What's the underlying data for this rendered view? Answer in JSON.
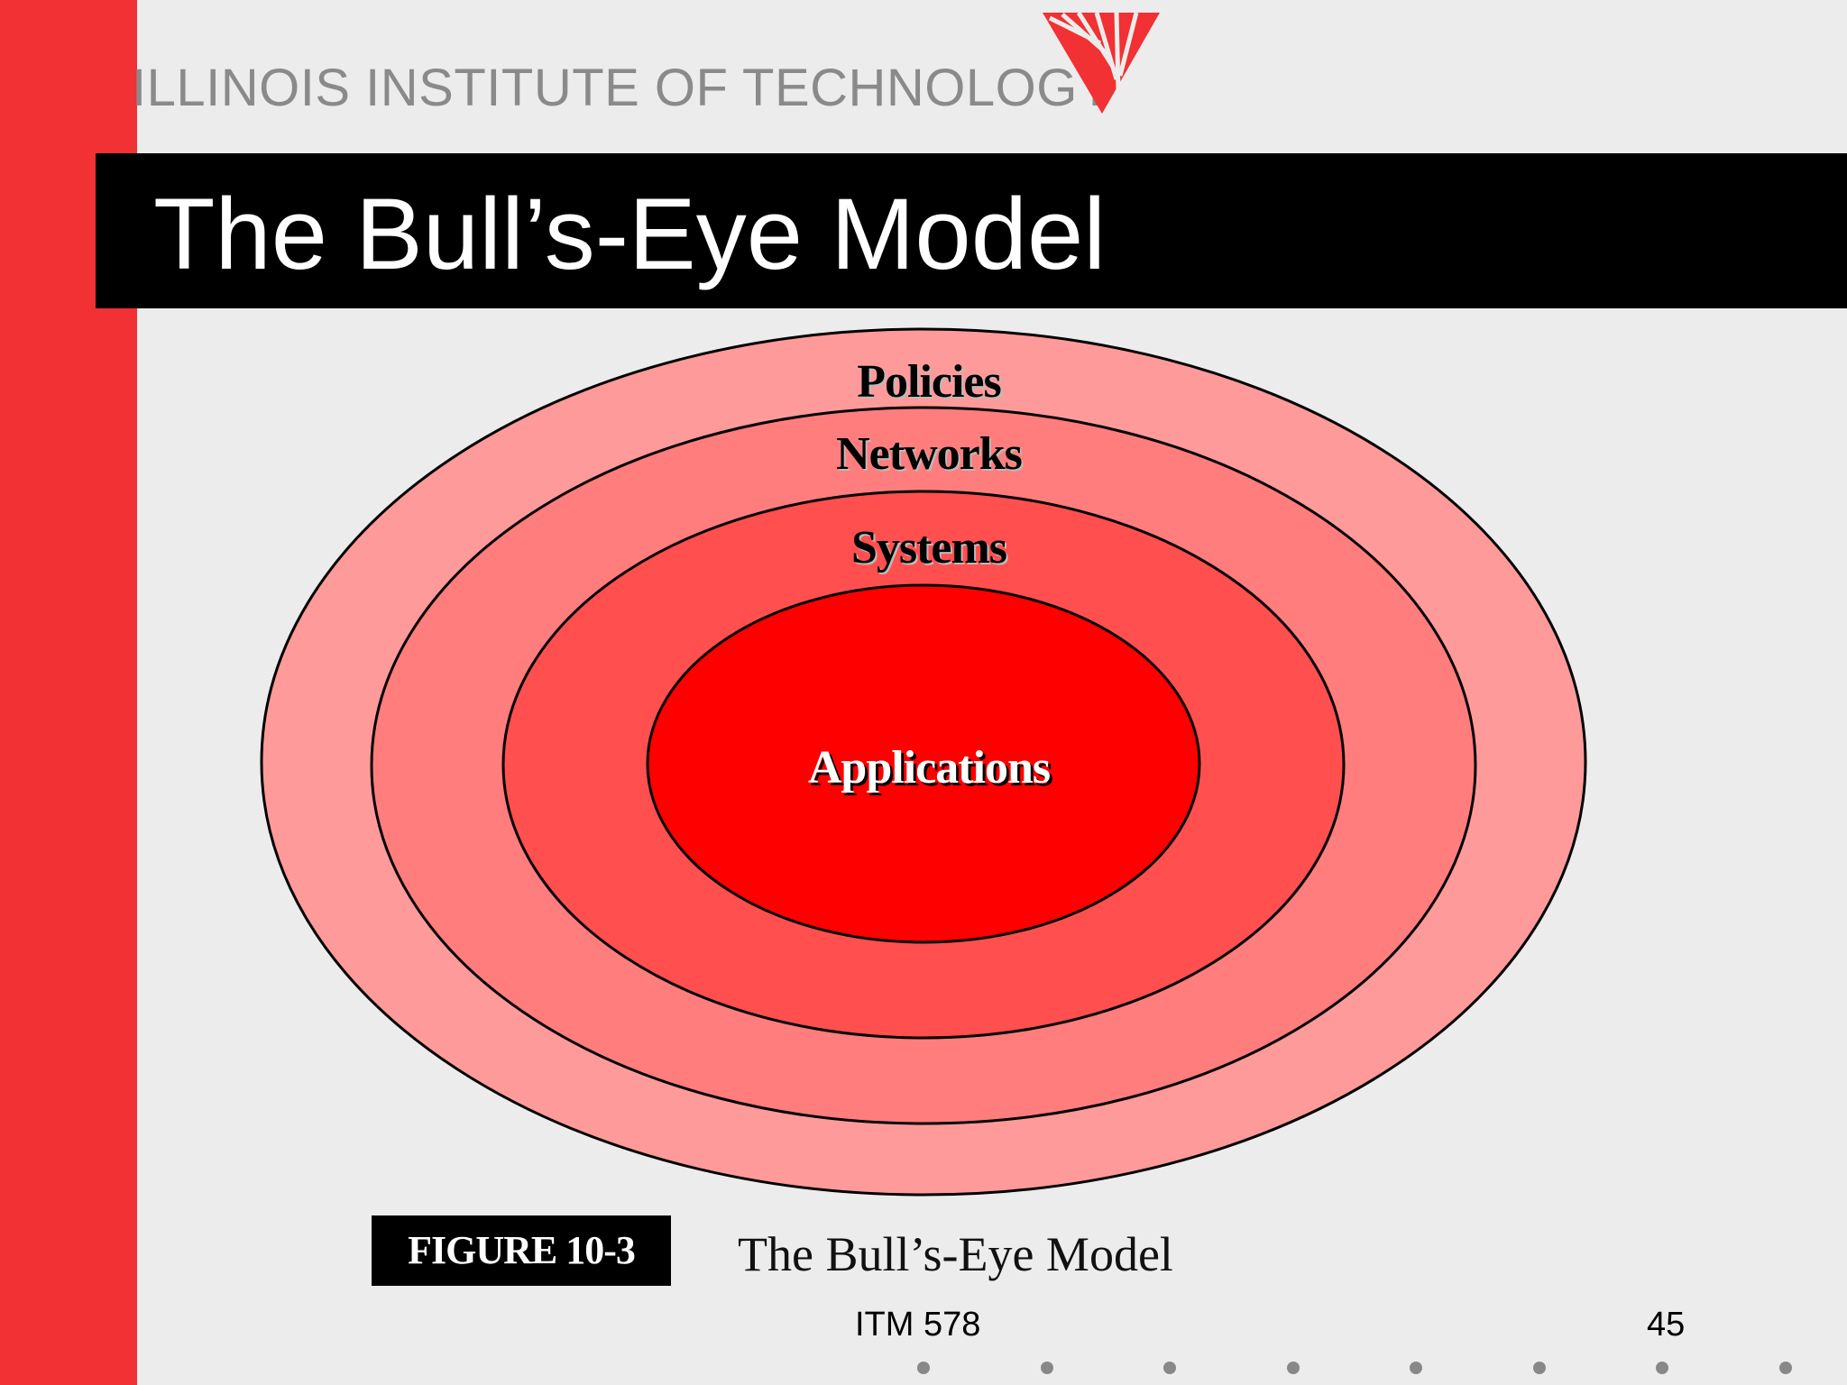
{
  "header": {
    "institution": "ILLINOIS INSTITUTE OF TECHNOLOGY",
    "logo_icon": "iit-logo-icon"
  },
  "slide": {
    "title": "The Bull’s-Eye Model"
  },
  "diagram": {
    "rings": [
      {
        "label": "Policies",
        "color": "#ff9a9a"
      },
      {
        "label": "Networks",
        "color": "#ff7d7d"
      },
      {
        "label": "Systems",
        "color": "#ff4f4f"
      },
      {
        "label": "Applications",
        "color": "#ff0000"
      }
    ]
  },
  "figure": {
    "badge": "FIGURE 10-3",
    "caption": "The Bull’s-Eye Model"
  },
  "footer": {
    "course": "ITM 578",
    "page_number": "45"
  },
  "colors": {
    "accent": "#f13133",
    "title_band": "#000000",
    "background": "#ececec"
  }
}
